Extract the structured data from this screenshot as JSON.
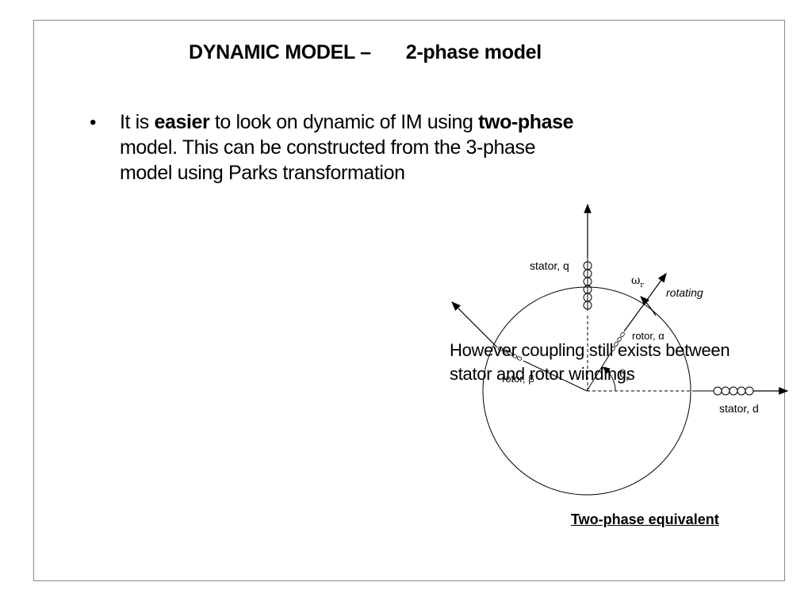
{
  "slide": {
    "title_part1": "DYNAMIC MODEL –",
    "title_part2": "2-phase model",
    "bullet_symbol": "•",
    "bullet": {
      "l1_a": "It is ",
      "l1_b": "easier",
      "l1_c": " to look on dynamic of IM using ",
      "l1_d": "two-phase",
      "l2": "model. This can be constructed from the 3-phase",
      "l3": "model using Parks transformation"
    },
    "overlay": {
      "l1": "However coupling still exists between",
      "l2": "stator and rotor windings"
    }
  },
  "diagram": {
    "stator_q_label": "stator, q",
    "stator_d_label": "stator, d",
    "omega_symbol": "ω",
    "omega_sub": "r",
    "rotating_label": "rotating",
    "rotor_alpha_label": "rotor, α",
    "rotor_beta_label": "rotor, β",
    "theta_symbol": "θ",
    "theta_sub": "r",
    "caption": "Two-phase equivalent"
  }
}
